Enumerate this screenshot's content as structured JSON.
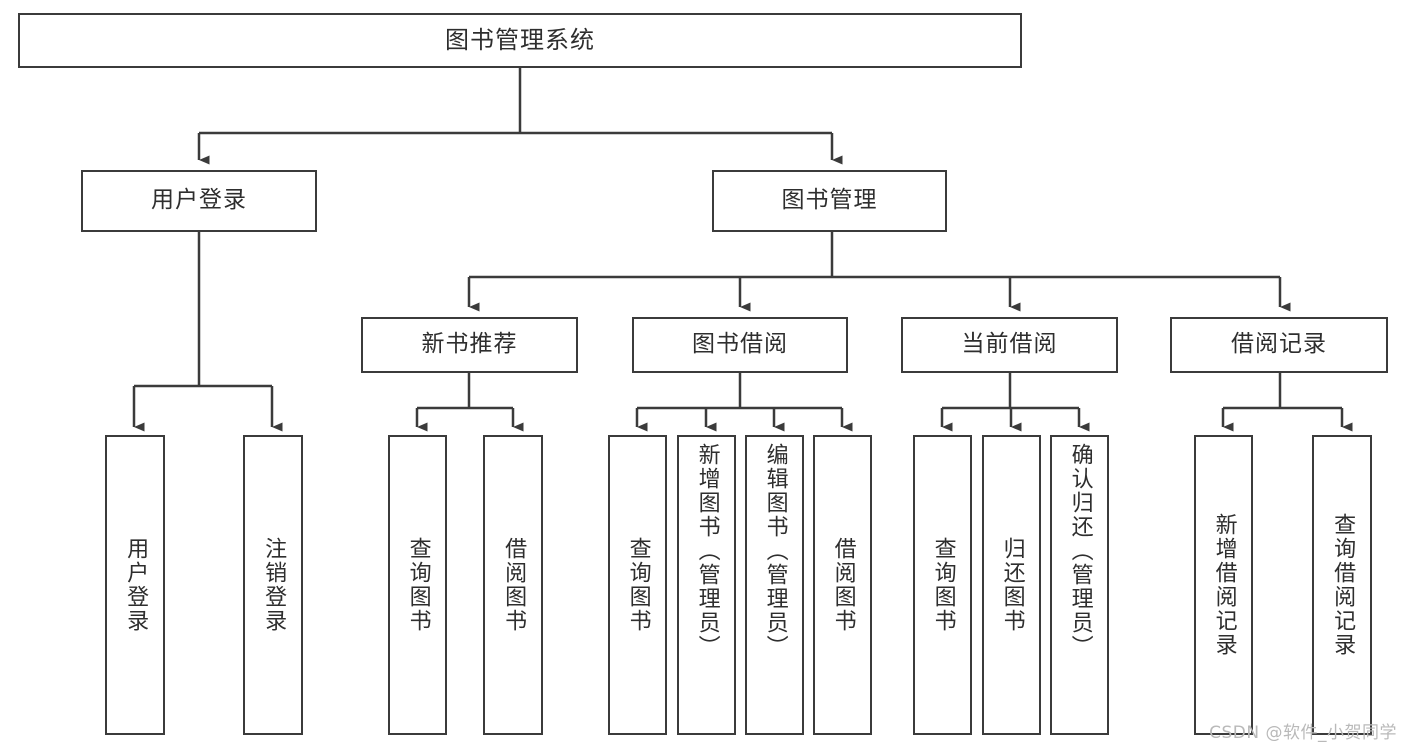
{
  "diagram": {
    "title": "图书管理系统",
    "watermark": "CSDN @软件_小贺同学",
    "stroke_color": "#3b3b3b",
    "text_color": "#2e2e2e",
    "background_color": "#ffffff",
    "type": "tree-hierarchy-chart"
  },
  "nodes": {
    "root": {
      "label": "图书管理系统"
    },
    "level2": [
      {
        "label": "用户登录"
      },
      {
        "label": "图书管理"
      }
    ],
    "level3": [
      {
        "label": "新书推荐"
      },
      {
        "label": "图书借阅"
      },
      {
        "label": "当前借阅"
      },
      {
        "label": "借阅记录"
      }
    ],
    "leaves_user_login": [
      {
        "label": "用户登录"
      },
      {
        "label": "注销登录"
      }
    ],
    "leaves_new_book": [
      {
        "label": "查询图书"
      },
      {
        "label": "借阅图书"
      }
    ],
    "leaves_borrow": [
      {
        "label": "查询图书"
      },
      {
        "label": "新增图书（管理员）"
      },
      {
        "label": "编辑图书（管理员）"
      },
      {
        "label": "借阅图书"
      }
    ],
    "leaves_current": [
      {
        "label": "查询图书"
      },
      {
        "label": "归还图书"
      },
      {
        "label": "确认归还（管理员）"
      }
    ],
    "leaves_record": [
      {
        "label": "新增借阅记录"
      },
      {
        "label": "查询借阅记录"
      }
    ]
  }
}
